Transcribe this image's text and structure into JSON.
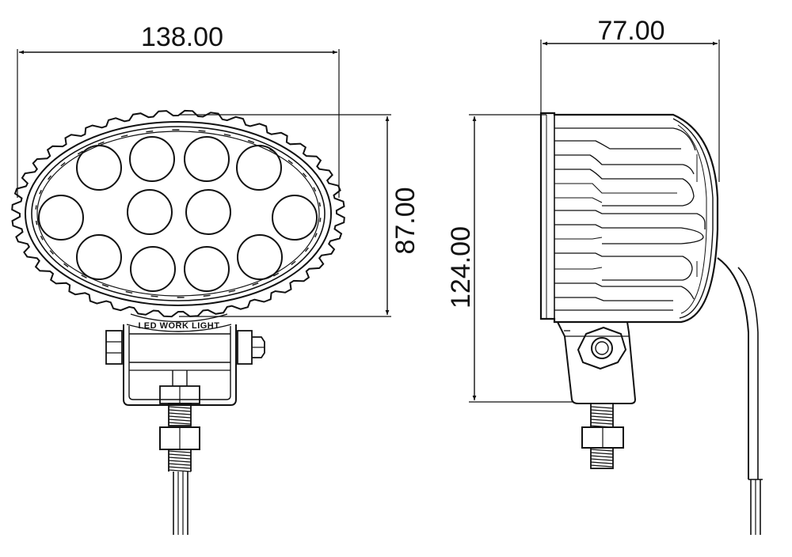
{
  "dimensions": {
    "front_width": "138.00",
    "front_height": "87.00",
    "side_depth": "77.00",
    "side_height": "124.00"
  },
  "labels": {
    "bracket_text": "LED WORK LIGHT"
  },
  "colors": {
    "line": "#111111",
    "background": "#ffffff"
  }
}
